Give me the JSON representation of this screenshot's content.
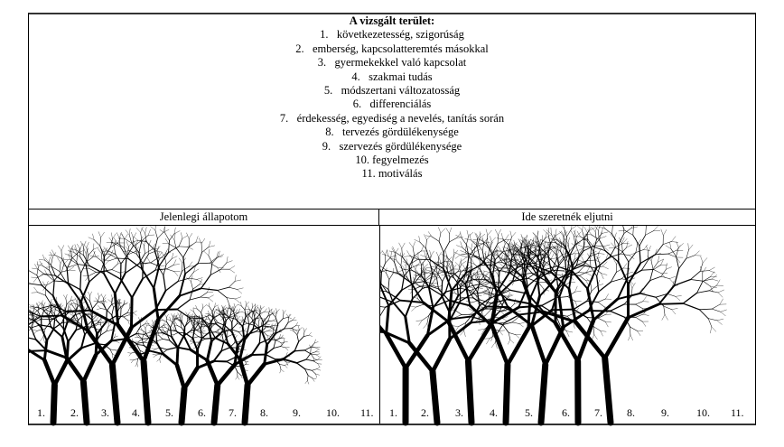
{
  "header": {
    "title": "A vizsgált terület:",
    "items": [
      "1.   következetesség, szigorúság",
      "2.   emberség, kapcsolatteremtés másokkal",
      "3.   gyermekekkel való kapcsolat",
      "4.   szakmai tudás",
      "5.   módszertani változatosság",
      "6.   differenciálás",
      "7.   érdekesség, egyediség a nevelés, tanítás során",
      "8.   tervezés gördülékenysége",
      "9.   szervezés gördülékenysége",
      "10. fegyelmezés",
      "11. motiválás"
    ]
  },
  "columns": {
    "current": "Jelenlegi állapotom",
    "goal": "Ide szeretnék eljutni"
  },
  "labels": [
    "1.",
    "2.",
    "3.",
    "4.",
    "5.",
    "6.",
    "7.",
    "8.",
    "9.",
    "10.",
    "11."
  ],
  "tree_heights": {
    "current": [
      0.55,
      0.6,
      0.85,
      0.9,
      0.5,
      0.55,
      0.55,
      0,
      0,
      0,
      0
    ],
    "goal": [
      0.8,
      0.75,
      0.9,
      0.85,
      0.85,
      0.9,
      0.95,
      0,
      0,
      0,
      0
    ]
  }
}
